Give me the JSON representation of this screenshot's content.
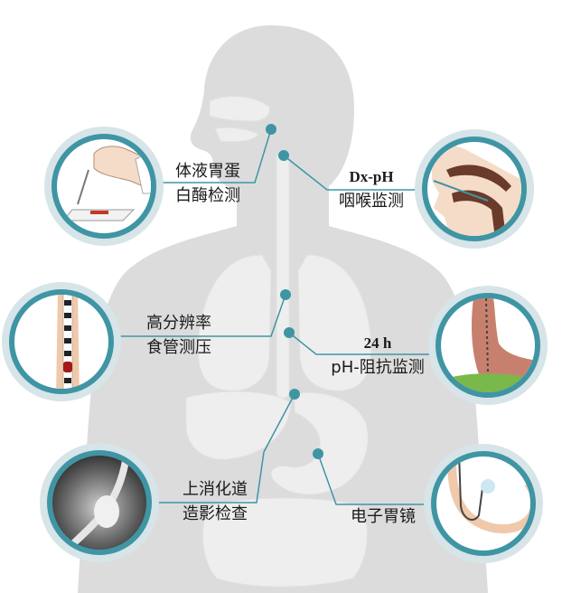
{
  "colors": {
    "body_silhouette": "#dcdcdc",
    "organ_fill": "#eeeeee",
    "teal_ring": "#3f95a4",
    "teal_ring_outer": "#d7e4e8",
    "connector_line": "#3f95a4",
    "text": "#1a1a1a"
  },
  "labels": {
    "gastric_pepsin": {
      "line1": "体液胃蛋",
      "line2": "白酶检测"
    },
    "dx_ph": {
      "line1": "Dx-pH",
      "line2": "咽喉监测"
    },
    "hrm": {
      "line1": "高分辨率",
      "line2": "食管测压"
    },
    "ph_impedance": {
      "line1": "24 h",
      "line2": "pH-阻抗监测"
    },
    "gi_series": {
      "line1": "上消化道",
      "line2": "造影检查"
    },
    "gastroscopy": {
      "line1": "电子胃镜"
    }
  },
  "icons": [
    "saliva-test-icon",
    "pharynx-probe-icon",
    "esophageal-manometry-icon",
    "ph-impedance-icon",
    "barium-swallow-icon",
    "gastroscope-icon"
  ]
}
